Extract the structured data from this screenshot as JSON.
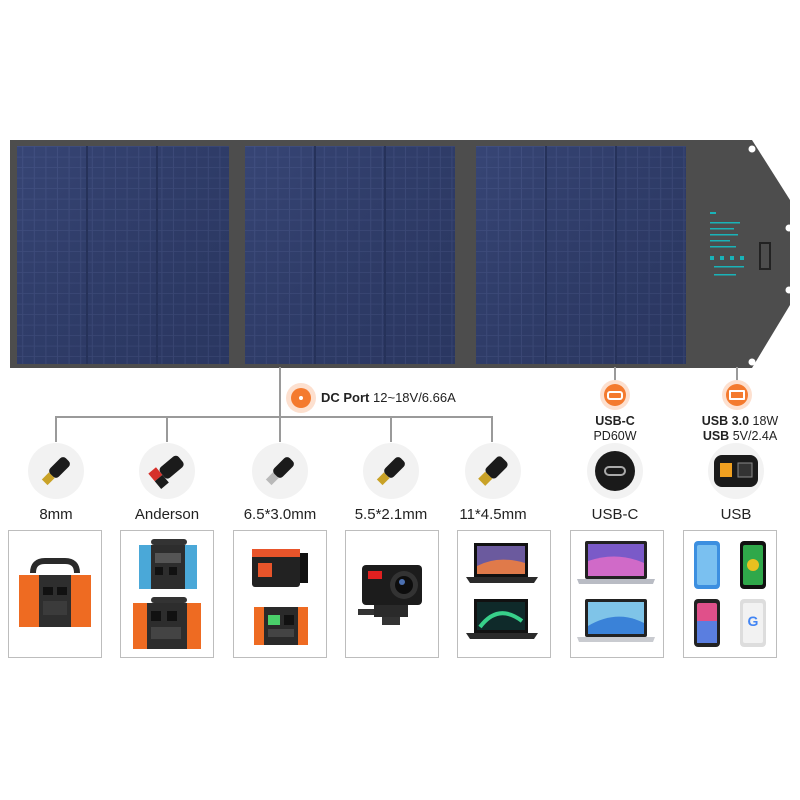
{
  "dc_port": {
    "title": "DC Port",
    "spec": "12~18V/6.66A"
  },
  "usbc_port": {
    "line1": "USB-C",
    "line2": "PD60W"
  },
  "usb_port": {
    "line1_bold": "USB 3.0",
    "line1_rest": " 18W",
    "line2_bold": "USB",
    "line2_rest": " 5V/2.4A"
  },
  "connectors": [
    {
      "label": "8mm",
      "icon": "barrel-plug-icon"
    },
    {
      "label": "Anderson",
      "icon": "anderson-plug-icon"
    },
    {
      "label": "6.5*3.0mm",
      "icon": "barrel-plug-icon"
    },
    {
      "label": "5.5*2.1mm",
      "icon": "barrel-plug-icon"
    },
    {
      "label": "11*4.5mm",
      "icon": "barrel-plug-icon"
    },
    {
      "label": "USB-C",
      "icon": "usb-c-port-icon"
    },
    {
      "label": "USB",
      "icon": "usb-port-icon"
    }
  ],
  "devices": [
    "portable-power-station",
    "power-stations-pair",
    "power-banks-pair",
    "action-camera",
    "laptops-pair",
    "macbooks-pair",
    "smartphones-grid"
  ],
  "colors": {
    "accent": "#f47a2e",
    "panel_frame": "#4a4a4a",
    "cell": "#2c3a66",
    "teal": "#19b3b8"
  }
}
